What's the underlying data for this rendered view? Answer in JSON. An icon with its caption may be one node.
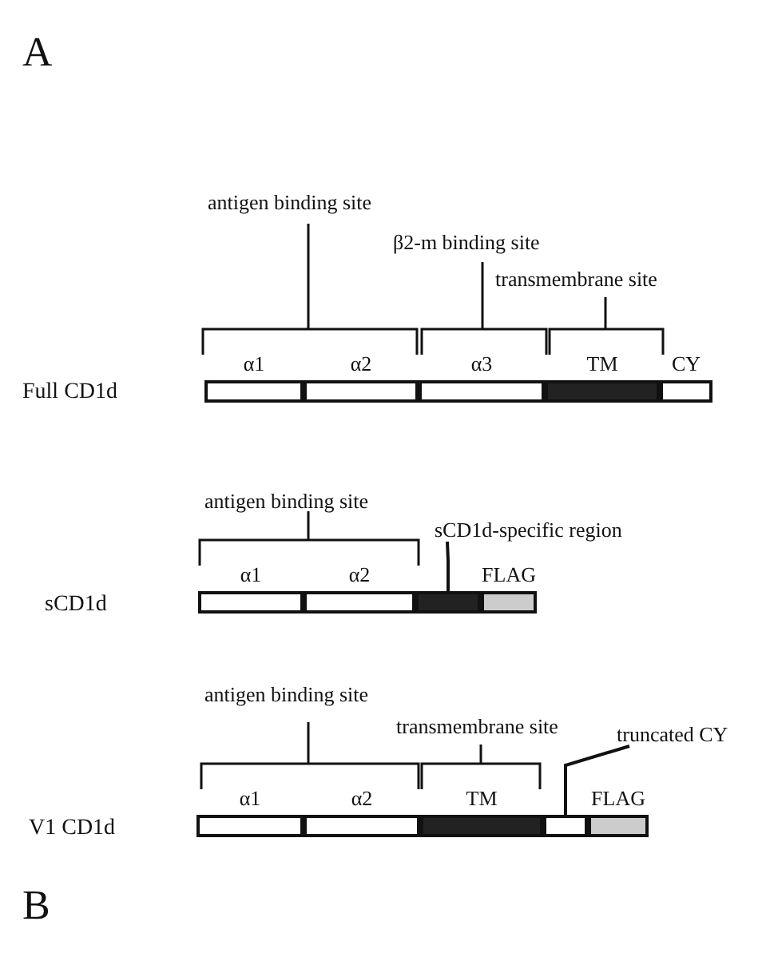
{
  "diagram": {
    "nodes": [
      {
        "text": [
          "α1"
        ]
      },
      {
        "text": [
          "α2"
        ]
      },
      {
        "text": [
          "α3"
        ]
      },
      {
        "text": [
          "TM"
        ]
      },
      {
        "text": [
          "CY"
        ]
      },
      {
        "text": [
          "α1"
        ]
      },
      {
        "text": [
          "α2"
        ]
      },
      {
        "text": [],
        "shape": "bar"
      },
      {
        "text": [
          "FLAG"
        ]
      },
      {
        "text": [
          "sCD1d-specific region"
        ]
      },
      {
        "text": [
          "α1"
        ]
      },
      {
        "text": [
          "α2"
        ]
      },
      {
        "text": [
          "TM"
        ]
      },
      {
        "text": [],
        "shape": "bar"
      },
      {
        "text": [
          "FLAG"
        ]
      },
      {
        "text": [
          "truncated CY"
        ]
      }
    ],
    "edges": [
      {
        "from": 9,
        "to": 7,
        "arrow": "none"
      },
      {
        "from": 15,
        "to": 13,
        "arrow": "none"
      }
    ],
    "labels": [
      "A",
      "antigen binding site",
      "β2-m binding site",
      "transmembrane site",
      "Full CD1d",
      "antigen binding site",
      "sCD1d",
      "antigen binding site",
      "transmembrane site",
      "V1 CD1d",
      "B"
    ]
  }
}
